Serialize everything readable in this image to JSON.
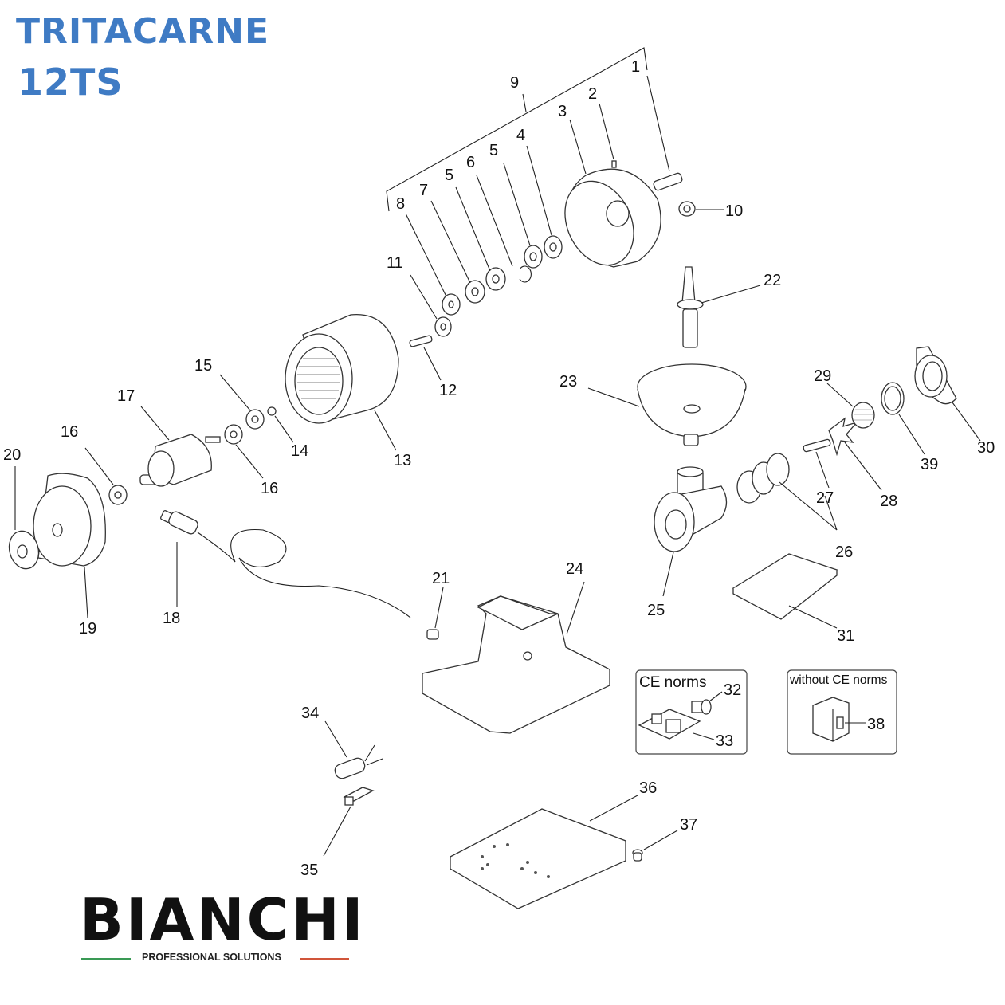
{
  "title": {
    "line1": "TRITACARNE",
    "line2": "12TS",
    "color": "#3f7bc4"
  },
  "diagram": {
    "type": "exploded-parts-view",
    "labels": {
      "p1": "1",
      "p2": "2",
      "p3": "3",
      "p4": "4",
      "p5a": "5",
      "p5b": "5",
      "p6": "6",
      "p7": "7",
      "p8": "8",
      "p9": "9",
      "p10": "10",
      "p11": "11",
      "p12": "12",
      "p13": "13",
      "p14": "14",
      "p15": "15",
      "p16a": "16",
      "p16b": "16",
      "p17": "17",
      "p18": "18",
      "p19": "19",
      "p20": "20",
      "p21": "21",
      "p22": "22",
      "p23": "23",
      "p24": "24",
      "p25": "25",
      "p26": "26",
      "p27": "27",
      "p28": "28",
      "p29": "29",
      "p30": "30",
      "p31": "31",
      "p32": "32",
      "p33": "33",
      "p34": "34",
      "p35": "35",
      "p36": "36",
      "p37": "37",
      "p38": "38",
      "p39": "39"
    },
    "boxes": {
      "ce": {
        "title": "CE norms",
        "parts": [
          "32",
          "33"
        ]
      },
      "no_ce": {
        "title": "without CE norms",
        "parts": [
          "38"
        ]
      }
    }
  },
  "logo": {
    "name": "BIANCHI",
    "tagline": "PROFESSIONAL SOLUTIONS",
    "accent_green": "#3a9a55",
    "accent_red": "#d1553a"
  }
}
